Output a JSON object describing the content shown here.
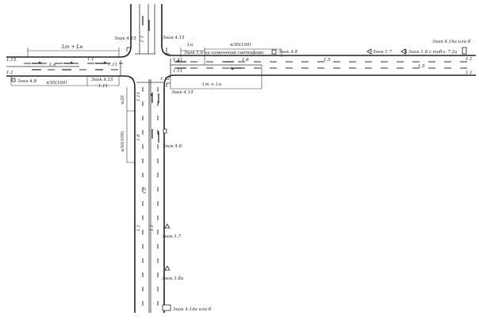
{
  "labels": {
    "dim_lt_ln_west": "Lт + Lн",
    "sign_4_15_nw": "Знак 4.15",
    "sign_4_15_ne": "Знак 4.15",
    "dim_ln_east": "Lн",
    "sign_1_6_change": "Знак 1.6 на изменение светофора",
    "dim_50_east": "≥50(100)",
    "sign_4_8_east": "Знак 4.8",
    "sign_1_7_east": "Знак 1.7",
    "sign_1_8_east": "Знак 1.8 с табл. 7.2а",
    "sign_4_14_east": "Знак 4.14а или б",
    "mark_1_15_west": "1.15",
    "mark_1_1_west": "1.1",
    "mark_1_1_west_top": "1.1",
    "mark_1_6_west": "1.6",
    "mark_1_11_west": "1.11",
    "sign_4_8_west": "Знак 4.8",
    "dim_50_west": "≥50(100)",
    "sign_4_15_sw": "Знак 4.15",
    "mark_1_11_sw": "1.11",
    "mark_1_12": "1.12",
    "dim_lt_ln_east": "Lт + Lн",
    "sign_4_15_se": "Знак 4.15",
    "mark_1_11_e1": "1.11",
    "mark_1_11_e2": "1.11",
    "mark_1_6_east": "1.6",
    "mark_1_5_east1": "1.5",
    "mark_1_5_east2": "1.5",
    "mark_1_1_east_top": "1.1",
    "mark_1_1_east_bot": "1.1",
    "mark_1_1_north": "1.1",
    "dim_20_south": "≥20",
    "dim_50_south": "≥50(100)",
    "mark_1_11_south": "1.11",
    "mark_1_6_south": "1.6",
    "mark_1_5_south": "1.5",
    "sign_4_8_south": "Знак 4.8",
    "mark_1_1_south_l": "1.1",
    "mark_1_1_south_r": "1.1",
    "sign_1_7_south": "Знак 1.7",
    "sign_1_8a_south": "Знак 1.8а",
    "sign_4_14_south": "Знак 4.14а или б"
  }
}
